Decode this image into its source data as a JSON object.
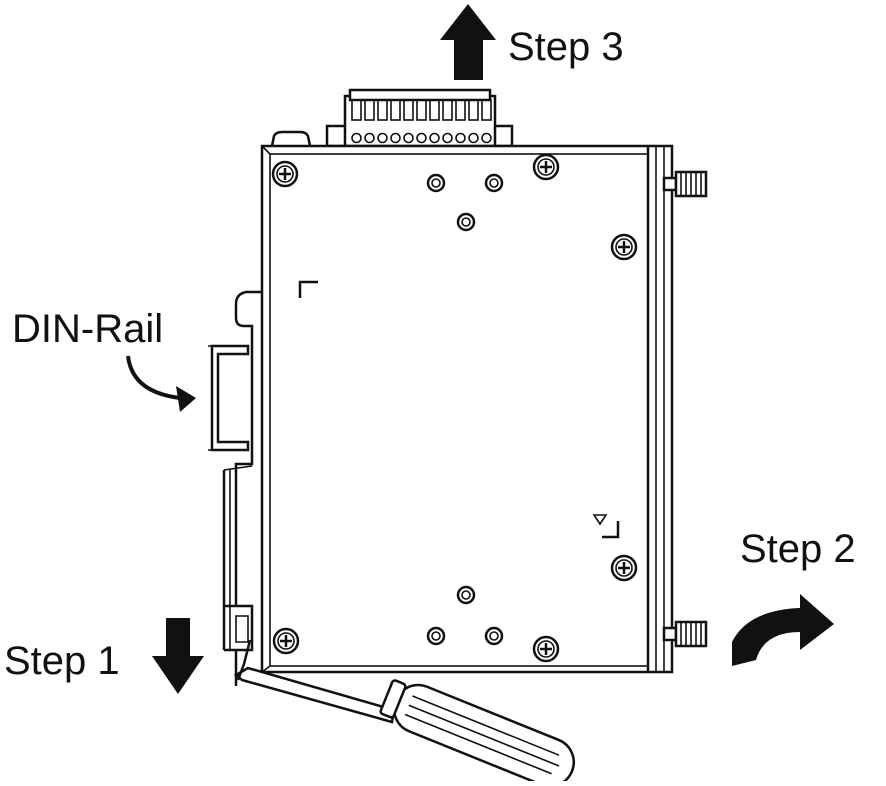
{
  "labels": {
    "step1": "Step 1",
    "step2": "Step 2",
    "step3": "Step 3",
    "din_rail": "DIN-Rail"
  },
  "colors": {
    "ink": "#111111",
    "background": "#ffffff"
  }
}
